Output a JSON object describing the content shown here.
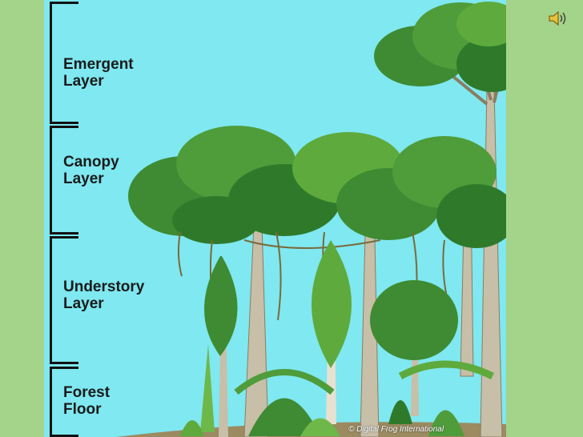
{
  "layers": [
    {
      "id": "emergent",
      "label": "Emergent\nLayer"
    },
    {
      "id": "canopy",
      "label": "Canopy\nLayer"
    },
    {
      "id": "understory",
      "label": "Understory\nLayer"
    },
    {
      "id": "floor",
      "label": "Forest\nFloor"
    }
  ],
  "copyright": "© Digital Frog International",
  "icons": {
    "speaker": "speaker-icon"
  },
  "colors": {
    "slide_background": "#a4d38a",
    "sky": "#7fe8f0",
    "foliage_dark": "#2f7a2a",
    "foliage_light": "#5eaa3c",
    "trunk": "#c8bfa8"
  }
}
